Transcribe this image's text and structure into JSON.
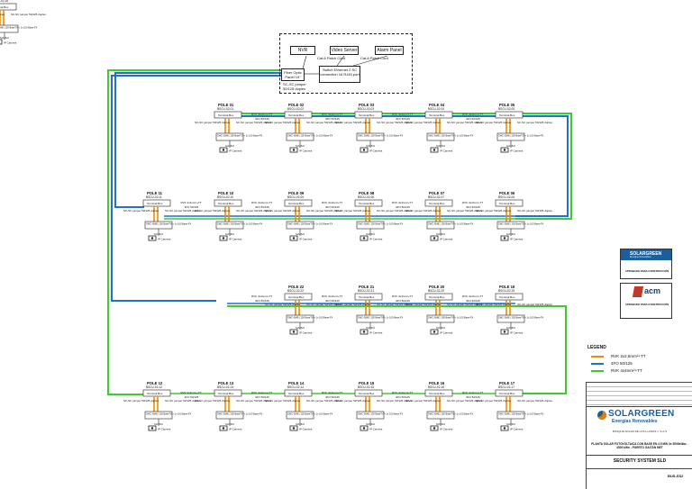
{
  "control_room": {
    "nvr": "NVR",
    "video_server": "Video Server",
    "alarm_panel": "Alarm Panel",
    "patch_cord_1": "Cat-6 Patch Cord",
    "patch_cord_2": "Cat-6 Patch Cord",
    "fiber_panel": "Fiber Optic Panel 19\"",
    "switch": "Switch Ethernet 2 SC connection 16 RJ45 port",
    "jumper": "SC-SC jumper 50/125 duplex"
  },
  "poles": [
    {
      "id": "01",
      "name": "POLE 01",
      "cb": "BSCU-02-01",
      "row": 0,
      "col": 0
    },
    {
      "id": "02",
      "name": "POLE 02",
      "cb": "BSCU-02-02",
      "row": 0,
      "col": 1
    },
    {
      "id": "03",
      "name": "POLE 03",
      "cb": "BSCU-02-03",
      "row": 0,
      "col": 2
    },
    {
      "id": "04",
      "name": "POLE 04",
      "cb": "BSCU-02-04",
      "row": 0,
      "col": 3
    },
    {
      "id": "05",
      "name": "POLE 05",
      "cb": "BSCU-02-05",
      "row": 0,
      "col": 4
    },
    {
      "id": "11",
      "name": "POLE 11",
      "cb": "BSCU-02-11",
      "row": 1,
      "col": 0
    },
    {
      "id": "10",
      "name": "POLE 10",
      "cb": "BSCU-02-10",
      "row": 1,
      "col": 1
    },
    {
      "id": "09",
      "name": "POLE 09",
      "cb": "BSCU-02-09",
      "row": 1,
      "col": 2
    },
    {
      "id": "08",
      "name": "POLE 08",
      "cb": "BSCU-02-08",
      "row": 1,
      "col": 3
    },
    {
      "id": "07",
      "name": "POLE 07",
      "cb": "BSCU-02-07",
      "row": 1,
      "col": 4
    },
    {
      "id": "06",
      "name": "POLE 06",
      "cb": "BSCU-02-06",
      "row": 1,
      "col": 5
    },
    {
      "id": "22",
      "name": "POLE 22",
      "cb": "BSCU-02-22",
      "row": 2,
      "col": 1
    },
    {
      "id": "21",
      "name": "POLE 21",
      "cb": "BSCU-02-21",
      "row": 2,
      "col": 2
    },
    {
      "id": "20",
      "name": "POLE 20",
      "cb": "BSCU-02-20",
      "row": 2,
      "col": 3
    },
    {
      "id": "19",
      "name": "POLE 19",
      "cb": "BSCU-02-19",
      "row": 2,
      "col": 4
    },
    {
      "id": "18",
      "name": "POLE 18",
      "cb": "BSCU-02-18",
      "row": 2,
      "col": 5
    },
    {
      "id": "12",
      "name": "POLE 12",
      "cb": "BSCU-02-12",
      "row": 3,
      "col": 0
    },
    {
      "id": "13",
      "name": "POLE 13",
      "cb": "BSCU-02-13",
      "row": 3,
      "col": 1
    },
    {
      "id": "14",
      "name": "POLE 14",
      "cb": "BSCU-02-14",
      "row": 3,
      "col": 2
    },
    {
      "id": "15",
      "name": "POLE 15",
      "cb": "BSCU-02-15",
      "row": 3,
      "col": 3
    },
    {
      "id": "16",
      "name": "POLE 16",
      "cb": "BSCU-02-16",
      "row": 3,
      "col": 4
    },
    {
      "id": "17",
      "name": "POLE 17",
      "cb": "BSCU-02-17",
      "row": 3,
      "col": 5
    }
  ],
  "pole_labels": {
    "terminal_box": "Terminal Box",
    "jumper": "SC-SC jumper 50/125 duplex",
    "switch": "SWC-SM61 100 BaseTX + 1x 100 Base-FX",
    "ip_camera": "IP Camera",
    "sch": "Sch B-6"
  },
  "cable_labels": {
    "rv": "RVK 4x4mm²+TT",
    "fo": "4FO 50/125"
  },
  "legend": {
    "title": "LEGEND",
    "items": [
      {
        "label": "RVK 2x2,5mm²+TT",
        "color": "#f08a00"
      },
      {
        "label": "4FO 50/125",
        "color": "#1f6fd6"
      },
      {
        "label": "RVK 4x4mm²+TT",
        "color": "#3dcc2e"
      }
    ]
  },
  "stamps": {
    "solargreen_small": "SOLARGREEN",
    "solargreen_sub_small": "Energias Renovables",
    "approved": "APROBADO PARA CONSTRUCCIÓN",
    "acm": "acm",
    "approved2": "APROBADO PARA CONSTRUCCIÓN"
  },
  "title_block": {
    "company": "SOLARGREEN",
    "company_sub": "Energías Renovables",
    "client": "BOSQUE SOLAR DE LOS LLANOS 1, S.A.S",
    "project": "PLANTA SOLAR FOTOVOLTAICA CON BASE EN 4.5 MW 3x 5000kWac - 4500 kWn - PUERTO GAITÁN MET",
    "title": "SECURITY SYSTEM SLD",
    "code": "BUS-SS2"
  },
  "colors": {
    "fiber": "#1f6fd6",
    "power": "#3dcc2e",
    "lowvolt": "#f08a00",
    "brand": "#e87a00"
  }
}
